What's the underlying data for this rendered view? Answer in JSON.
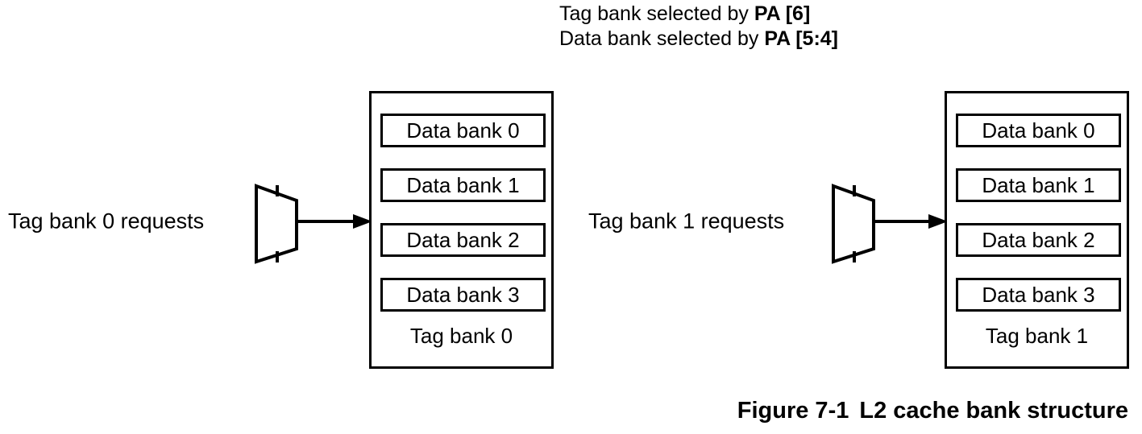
{
  "header_note": {
    "line1_prefix": "Tag bank selected by ",
    "line1_bold": "PA [6]",
    "line2_prefix": "Data bank selected by ",
    "line2_bold": "PA [5:4]"
  },
  "banks": [
    {
      "request_label": "Tag bank 0 requests",
      "tag_label": "Tag bank 0",
      "data_banks": [
        "Data bank 0",
        "Data bank 1",
        "Data bank 2",
        "Data bank 3"
      ]
    },
    {
      "request_label": "Tag bank 1 requests",
      "tag_label": "Tag bank 1",
      "data_banks": [
        "Data bank 0",
        "Data bank 1",
        "Data bank 2",
        "Data bank 3"
      ]
    }
  ],
  "figure_caption": {
    "number": "Figure 7-1",
    "title": "L2 cache bank structure"
  },
  "colors": {
    "stroke": "#000000",
    "background": "#ffffff",
    "text": "#000000"
  }
}
